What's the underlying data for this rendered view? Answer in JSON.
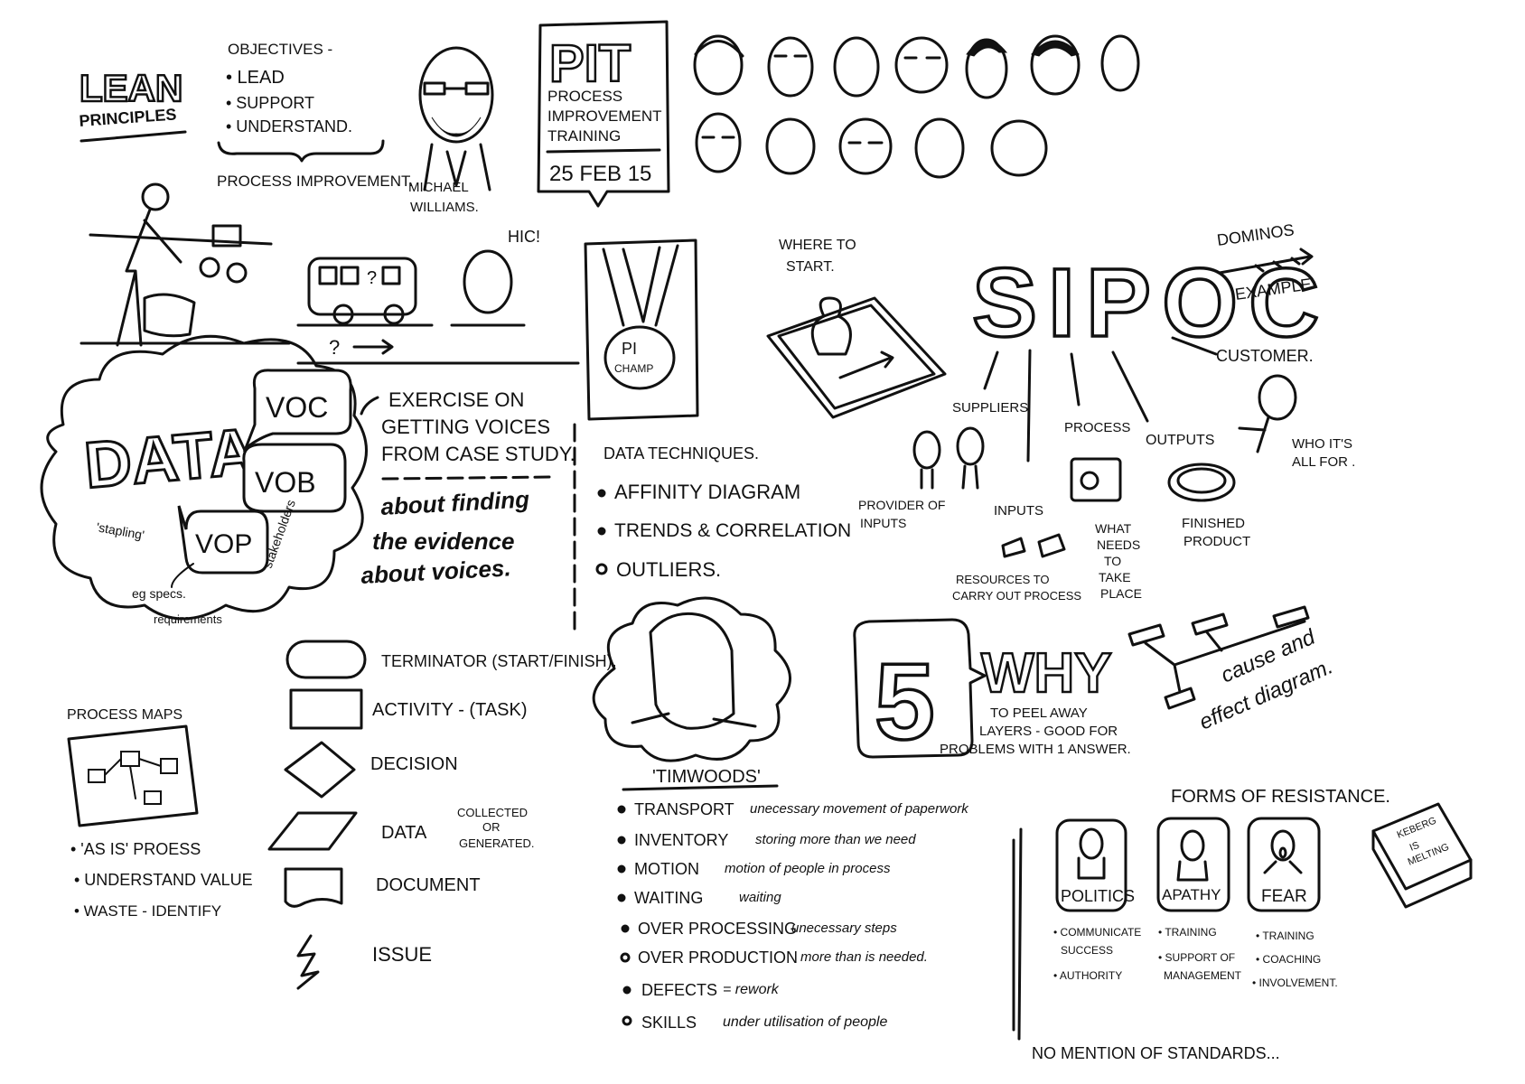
{
  "lean": {
    "title": "LEAN",
    "subtitle": "PRINCIPLES"
  },
  "objectives": {
    "heading": "OBJECTIVES -",
    "items": [
      "• LEAD",
      "• SUPPORT",
      "• UNDERSTAND."
    ],
    "footer": "PROCESS IMPROVEMENT."
  },
  "presenter": {
    "first": "MICHAEL",
    "last": "WILLIAMS."
  },
  "pit": {
    "title": "PIT",
    "line1": "PROCESS",
    "line2": "IMPROVEMENT",
    "line3": "TRAINING",
    "date": "25 FEB 15"
  },
  "scene": {
    "hic": "HIC!",
    "bus_window": "?",
    "question": "?"
  },
  "medal": {
    "line1": "PI",
    "line2": "CHAMP"
  },
  "data_cloud": {
    "title": "DATA",
    "voc": "VOC",
    "vob": "VOB",
    "vop": "VOP",
    "stapling": "'stapling'",
    "stakeholders": "stakeholders",
    "eg1": "eg specs.",
    "eg2": "requirements"
  },
  "exercise": {
    "line1": "EXERCISE ON",
    "line2": "GETTING VOICES",
    "line3": "FROM CASE STUDY.",
    "note1": "about finding",
    "note2": "the evidence",
    "note3": "about voices."
  },
  "techniques": {
    "heading": "DATA TECHNIQUES.",
    "items": [
      "AFFINITY DIAGRAM",
      "TRENDS & CORRELATION",
      "OUTLIERS."
    ]
  },
  "where": {
    "line1": "WHERE TO",
    "line2": "START."
  },
  "sipoc": {
    "title": "SIPOC",
    "suppliers": "SUPPLIERS",
    "inputs": "INPUTS",
    "process": "PROCESS",
    "outputs": "OUTPUTS",
    "customer": "CUSTOMER.",
    "provider1": "PROVIDER OF",
    "provider2": "INPUTS",
    "resources1": "RESOURCES TO",
    "resources2": "CARRY OUT PROCESS",
    "needs": [
      "WHAT",
      "NEEDS",
      "TO",
      "TAKE",
      "PLACE"
    ],
    "finished1": "FINISHED",
    "finished2": "PRODUCT",
    "who1": "WHO IT'S",
    "who2": "ALL FOR ."
  },
  "dominos": {
    "line1": "DOMINOS",
    "line2": "EXAMPLE"
  },
  "symbols": [
    {
      "label": "TERMINATOR (START/FINISH)."
    },
    {
      "label": "ACTIVITY - (TASK)"
    },
    {
      "label": "DECISION"
    },
    {
      "label": "DATA",
      "note1": "COLLECTED",
      "note2": "OR",
      "note3": "GENERATED."
    },
    {
      "label": "DOCUMENT"
    },
    {
      "label": "ISSUE"
    }
  ],
  "process_maps": {
    "heading": "PROCESS MAPS",
    "items": [
      "• 'AS IS' PROESS",
      "• UNDERSTAND VALUE",
      "• WASTE - IDENTIFY"
    ]
  },
  "five_why": {
    "number": "5",
    "word": "WHY",
    "desc1": "TO PEEL AWAY",
    "desc2": "LAYERS - GOOD FOR",
    "desc3": "PROBLEMS WITH 1 ANSWER."
  },
  "cause_effect": {
    "line1": "cause and",
    "line2": "effect diagram."
  },
  "timwoods": {
    "title": "'TIMWOODS'",
    "items": [
      {
        "name": "TRANSPORT",
        "desc": "unecessary movement of paperwork"
      },
      {
        "name": "INVENTORY",
        "desc": "storing more than we need"
      },
      {
        "name": "MOTION",
        "desc": "motion of people in process"
      },
      {
        "name": "WAITING",
        "desc": "waiting"
      },
      {
        "name": "OVER PROCESSING",
        "desc": "unecessary steps"
      },
      {
        "name": "OVER PRODUCTION",
        "desc": "more than is needed."
      },
      {
        "name": "DEFECTS",
        "desc": "= rework"
      },
      {
        "name": "SKILLS",
        "desc": "under utilisation of people"
      }
    ]
  },
  "resistance": {
    "heading": "FORMS OF RESISTANCE.",
    "cards": [
      {
        "name": "POLITICS",
        "bullets": [
          "• COMMUNICATE",
          "SUCCESS",
          "• AUTHORITY"
        ]
      },
      {
        "name": "APATHY",
        "bullets": [
          "• TRAINING",
          "• SUPPORT OF",
          "MANAGEMENT"
        ]
      },
      {
        "name": "FEAR",
        "bullets": [
          "• TRAINING",
          "• COACHING",
          "• INVOLVEMENT."
        ]
      }
    ],
    "book1": "KEBERG",
    "book2": "IS",
    "book3": "MELTING",
    "footer": "NO MENTION OF STANDARDS..."
  }
}
